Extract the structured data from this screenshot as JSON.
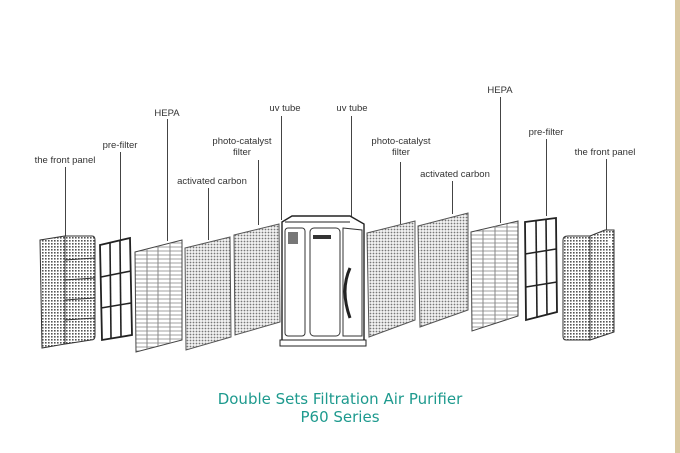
{
  "title": {
    "line1": "Double Sets Filtration Air Purifier",
    "line2": "P60 Series",
    "color": "#1e9a8e"
  },
  "left_labels": {
    "front_panel": "the front panel",
    "pre_filter": "pre-filter",
    "hepa": "HEPA",
    "activated_carbon": "activated carbon",
    "photo_catalyst_1": "photo-catalyst",
    "photo_catalyst_2": "filter",
    "uv_tube": "uv tube"
  },
  "right_labels": {
    "uv_tube": "uv tube",
    "photo_catalyst_1": "photo-catalyst",
    "photo_catalyst_2": "filter",
    "activated_carbon": "activated carbon",
    "hepa": "HEPA",
    "pre_filter": "pre-filter",
    "front_panel": "the front panel"
  },
  "accent_strip_color": "#d9c8a0"
}
